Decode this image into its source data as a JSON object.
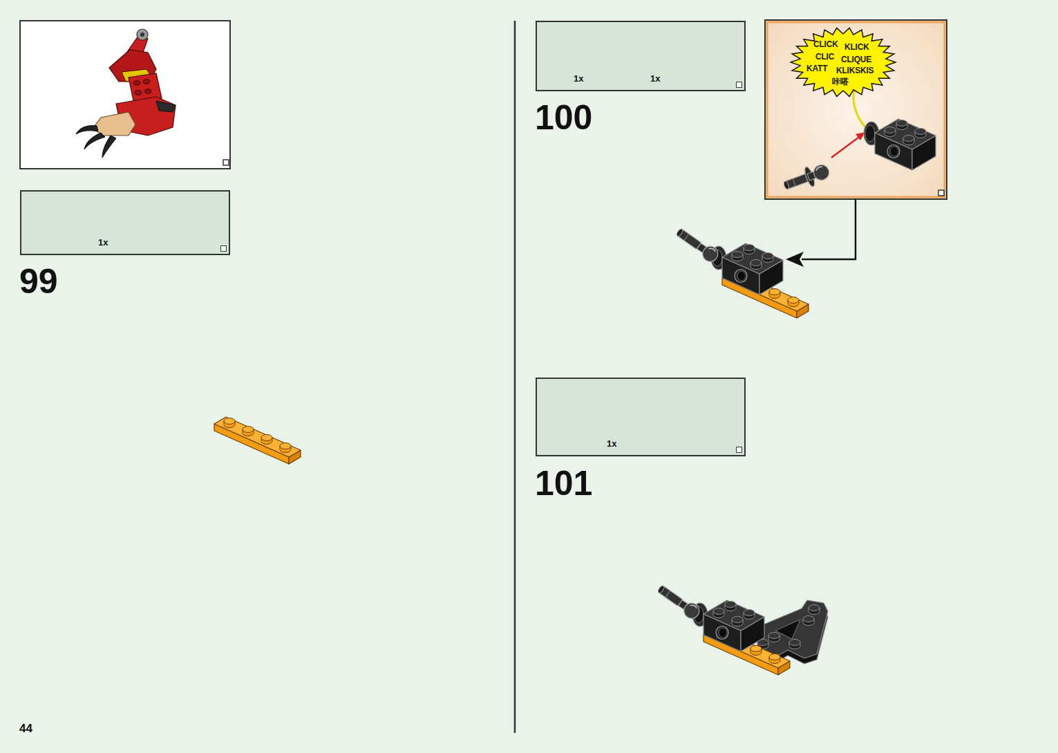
{
  "diagram": {
    "nodes": [
      {
        "text": [
          "1x"
        ]
      },
      {
        "text": [
          "1x",
          "1x"
        ]
      },
      {
        "text": [
          "CLICK",
          "KLICK",
          "CLIC",
          "CLIQUE",
          "KATT",
          "KLIKSKIS",
          "咔嗒"
        ]
      },
      {
        "text": [
          "1x"
        ]
      }
    ],
    "labels": [
      "99",
      "100",
      "101",
      "44"
    ]
  }
}
